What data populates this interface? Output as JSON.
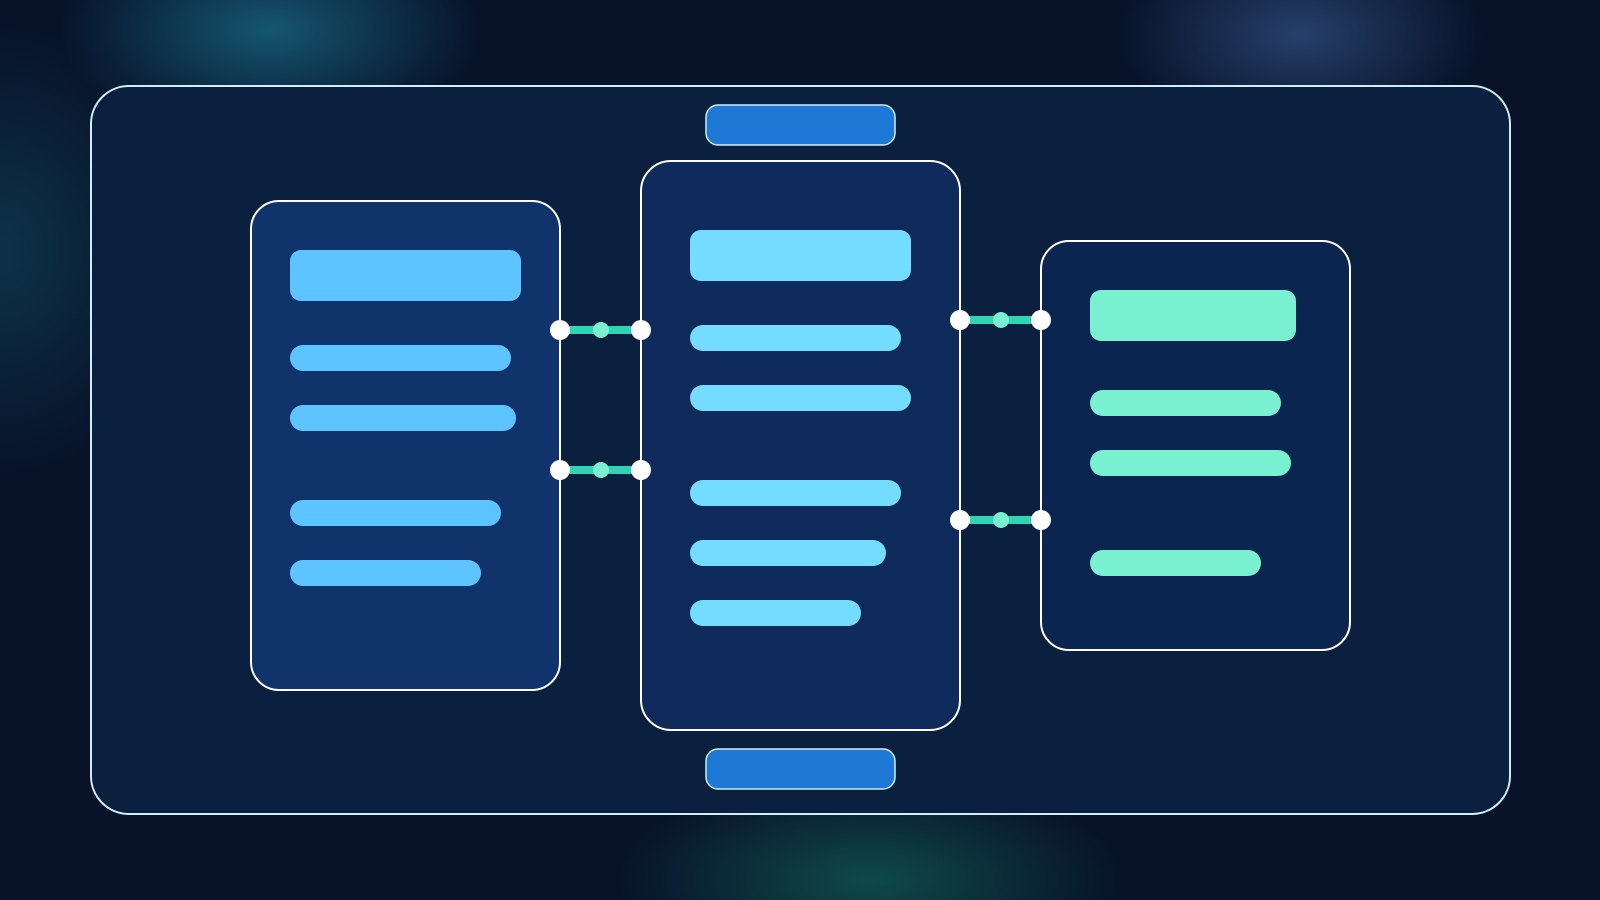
{
  "colors": {
    "frame_fill": "#0b1f3f",
    "frame_stroke": "#cfeef7",
    "panel_left_fill": "#11336c",
    "panel_center_fill": "#0e2b5c",
    "panel_right_fill": "#0a2550",
    "panel_stroke": "#ffffff",
    "tab_fill": "#1e78d6",
    "bar_left": "#5ec4ff",
    "bar_center": "#73dcff",
    "bar_right": "#79f0cf",
    "connector_line": "#2fd4b5",
    "connector_mid": "#79f0cf",
    "connector_end": "#ffffff"
  },
  "panels": [
    {
      "id": "left",
      "title_bars": 1,
      "line_bars": 4
    },
    {
      "id": "center",
      "title_bars": 1,
      "line_bars": 5
    },
    {
      "id": "right",
      "title_bars": 1,
      "line_bars": 3
    }
  ],
  "connectors": [
    {
      "from": "left",
      "to": "center"
    },
    {
      "from": "left",
      "to": "center"
    },
    {
      "from": "center",
      "to": "right"
    },
    {
      "from": "center",
      "to": "right"
    }
  ]
}
